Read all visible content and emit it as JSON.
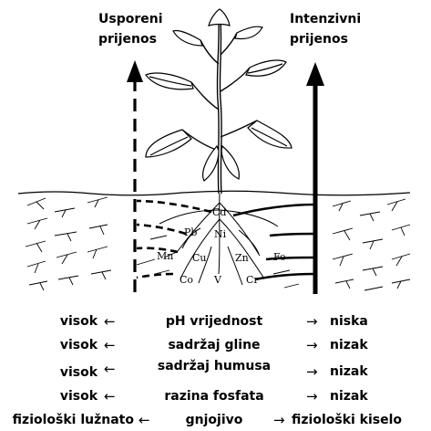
{
  "headers": {
    "left": "Usporeni\nprijenos",
    "right": "Intenzivni\nprijenos"
  },
  "elements": [
    "Cd",
    "Pb",
    "Ni",
    "Mn",
    "Cu",
    "Zn",
    "Fe",
    "Co",
    "V",
    "Cr"
  ],
  "arrows": {
    "left": "←",
    "right": "→"
  },
  "factors": [
    {
      "left": "visok",
      "factor": "pH vrijednost",
      "right": "niska"
    },
    {
      "left": "visok",
      "factor": "sadržaj gline",
      "right": "nizak"
    },
    {
      "left": "visok",
      "factor": "sadržaj humusa",
      "right": "nizak"
    },
    {
      "left": "visok",
      "factor": "razina fosfata",
      "right": "nizak"
    },
    {
      "left": "fiziološki lužnato",
      "factor": "gnjojivo",
      "right": "fiziološki kiselo"
    }
  ]
}
